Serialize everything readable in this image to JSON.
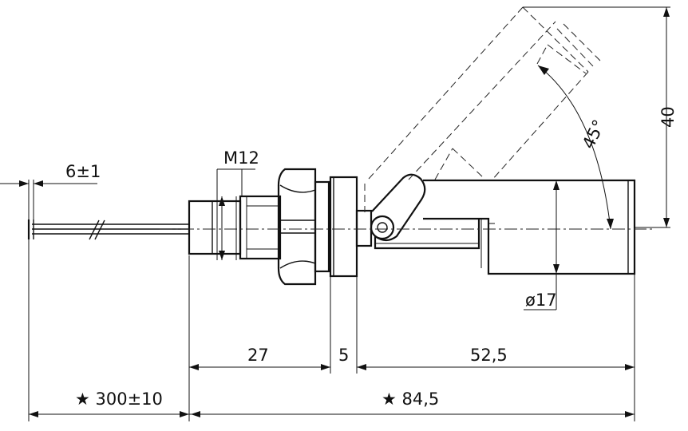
{
  "dimensions": {
    "thread": "M12",
    "wire_strip": "6±1",
    "angle": "45°",
    "height": "40",
    "diameter": "ø17",
    "body_length": "27",
    "flange_thickness": "5",
    "float_length": "52,5",
    "cable_length": "★ 300±10",
    "total_length": "★ 84,5"
  }
}
